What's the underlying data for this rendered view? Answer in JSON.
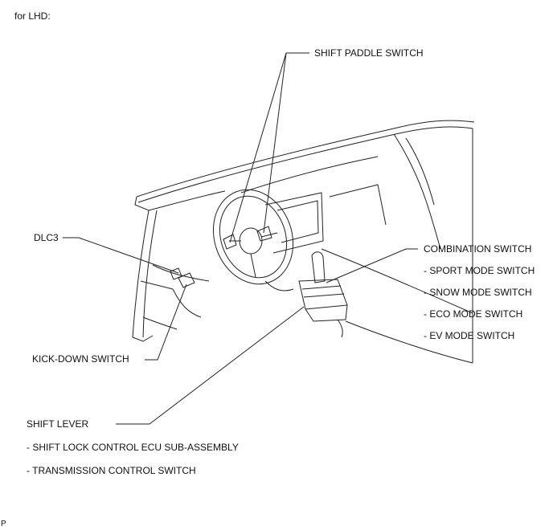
{
  "header": {
    "variant_label": "for LHD:"
  },
  "callouts": {
    "shift_paddle": "SHIFT PADDLE SWITCH",
    "dlc3": "DLC3",
    "combination_switch": "COMBINATION SWITCH",
    "combination_items": [
      "- SPORT MODE SWITCH",
      "- SNOW MODE SWITCH",
      "- ECO MODE SWITCH",
      "- EV MODE SWITCH"
    ],
    "kick_down": "KICK-DOWN SWITCH",
    "shift_lever": "SHIFT LEVER",
    "shift_lever_items": [
      "- SHIFT LOCK CONTROL ECU SUB-ASSEMBLY",
      "- TRANSMISSION CONTROL SWITCH"
    ]
  },
  "footer": {
    "code": "P"
  }
}
